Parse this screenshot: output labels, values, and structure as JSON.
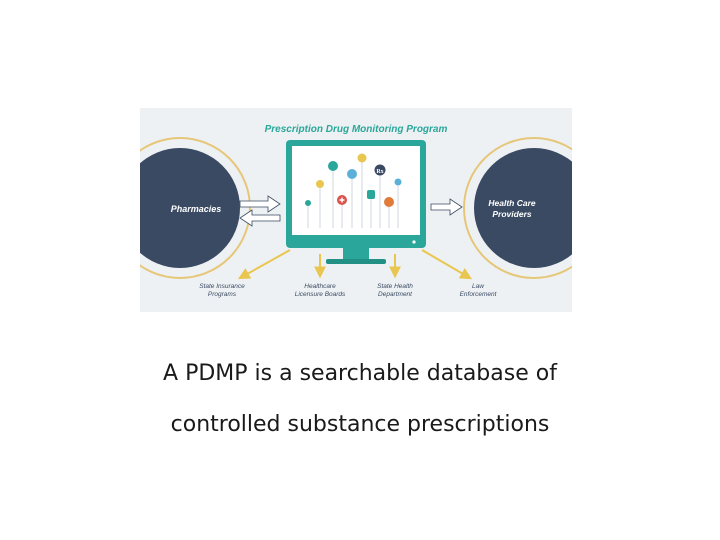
{
  "diagram": {
    "title": "Prescription Drug Monitoring Program",
    "left_node": "Pharmacies",
    "right_node_line1": "Health Care",
    "right_node_line2": "Providers",
    "outputs": [
      {
        "line1": "State Insurance",
        "line2": "Programs"
      },
      {
        "line1": "Healthcare",
        "line2": "Licensure Boards"
      },
      {
        "line1": "State Health",
        "line2": "Department"
      },
      {
        "line1": "Law",
        "line2": "Enforcement"
      }
    ],
    "rx_symbol": "Rx",
    "colors": {
      "background": "#eef1f3",
      "teal": "#2aa79a",
      "navy": "#3a4a63",
      "ring": "#e6c77a",
      "arrow_yellow": "#e9c650"
    }
  },
  "caption": {
    "line1": "A PDMP is a searchable database of",
    "line2": "controlled substance prescriptions"
  }
}
